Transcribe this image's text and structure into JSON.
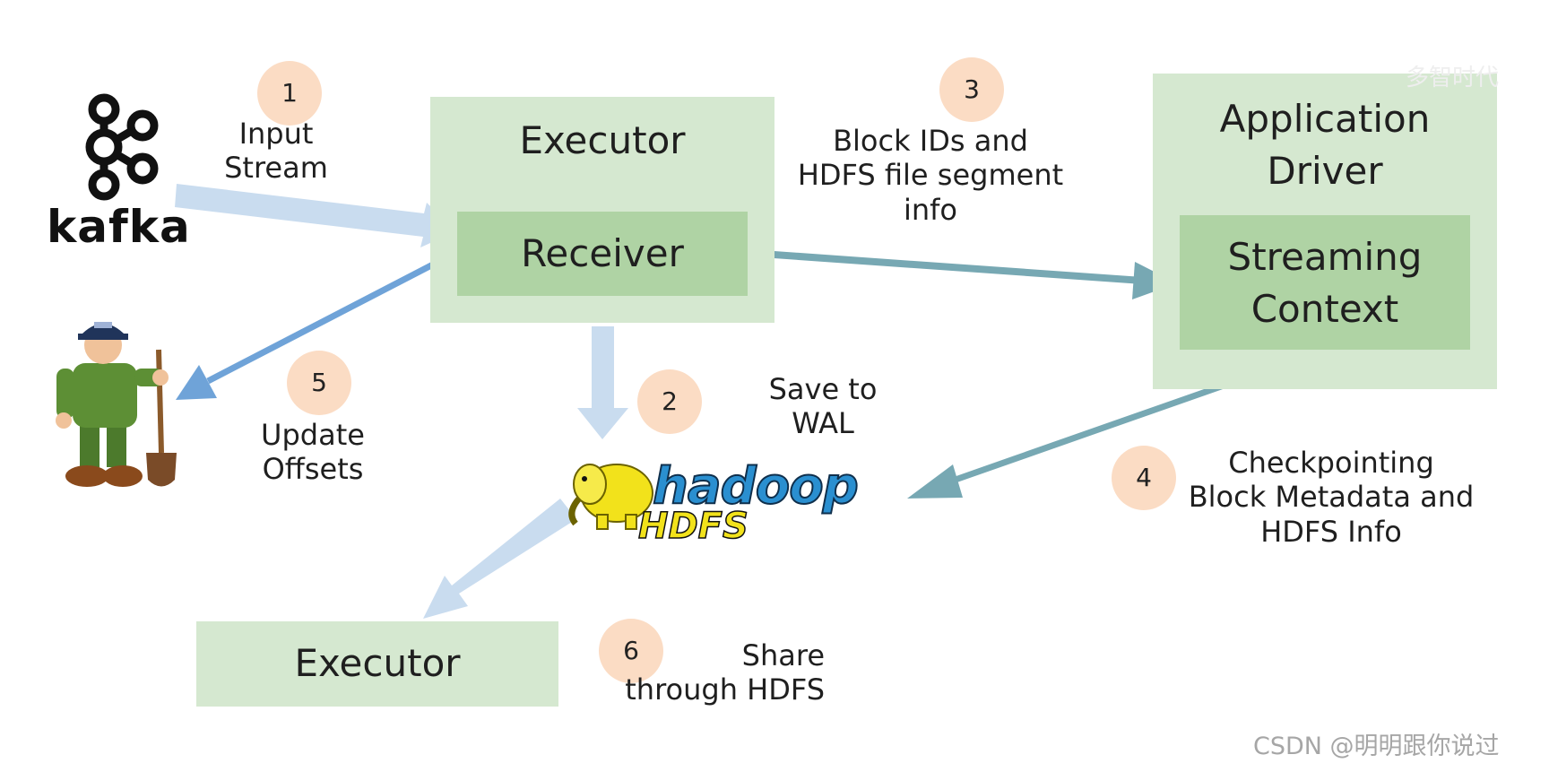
{
  "kafka": {
    "wordmark": "kafka"
  },
  "hadoop": {
    "wordmark": "hadoop",
    "sub": "HDFS"
  },
  "executor_top": {
    "title": "Executor",
    "inner": "Receiver"
  },
  "driver": {
    "title_line1": "Application",
    "title_line2": "Driver",
    "inner_line1": "Streaming",
    "inner_line2": "Context"
  },
  "executor_bottom": {
    "title": "Executor"
  },
  "steps": [
    {
      "num": "1",
      "label": "Input\nStream"
    },
    {
      "num": "2",
      "label": "Save to\nWAL"
    },
    {
      "num": "3",
      "label": "Block IDs and\nHDFS file segment\ninfo"
    },
    {
      "num": "4",
      "label": "Checkpointing\nBlock Metadata and\nHDFS Info"
    },
    {
      "num": "5",
      "label": "Update\nOffsets"
    },
    {
      "num": "6",
      "label": "Share\nthrough HDFS"
    }
  ],
  "watermark": "CSDN @明明跟你说过",
  "faint_watermark": "多智时代",
  "colors": {
    "box_outer": "#d5e8d0",
    "box_inner": "#afd3a4",
    "step_circle": "#fbdcc4",
    "arrow_light": "#c9dcef",
    "arrow_teal": "#77a8b3",
    "arrow_blue": "#6fa3d8",
    "hadoop_yellow": "#f2e21b",
    "hadoop_blue": "#2a8fd0"
  },
  "icons": [
    "kafka-logo-icon",
    "zookeeper-mascot-icon",
    "hadoop-elephant-icon"
  ]
}
